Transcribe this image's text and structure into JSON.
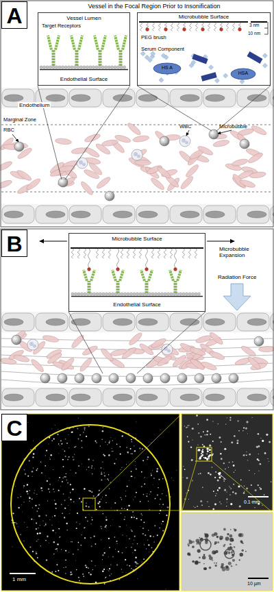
{
  "diagram": {
    "nodes": [
      {
        "text": [
          "A"
        ]
      },
      {
        "text": [
          "Vessel Lumen",
          "Target Receptors",
          "Endothelial Surface"
        ]
      },
      {
        "text": [
          "Microbubble Surface",
          "PEG brush",
          "Serum Component"
        ]
      },
      {
        "text": [
          "HS A"
        ],
        "in": 2
      },
      {
        "text": [
          "HSA"
        ],
        "in": 2
      },
      {
        "text": [
          "B"
        ]
      },
      {
        "text": [
          "Microbubble Surface",
          "Endothelial Surface"
        ]
      },
      {
        "text": [
          "C"
        ]
      }
    ],
    "labels": [
      "Vessel in the Focal Region Prior to Insonification",
      "3 nm",
      "10 nm",
      "Endothelium",
      "Marginal Zone",
      "RBC",
      "WBC",
      "Microbubble",
      "Microbubble Expansion",
      "Radiation Force",
      "1 mm",
      "0.1 mm",
      "10 µm"
    ]
  }
}
